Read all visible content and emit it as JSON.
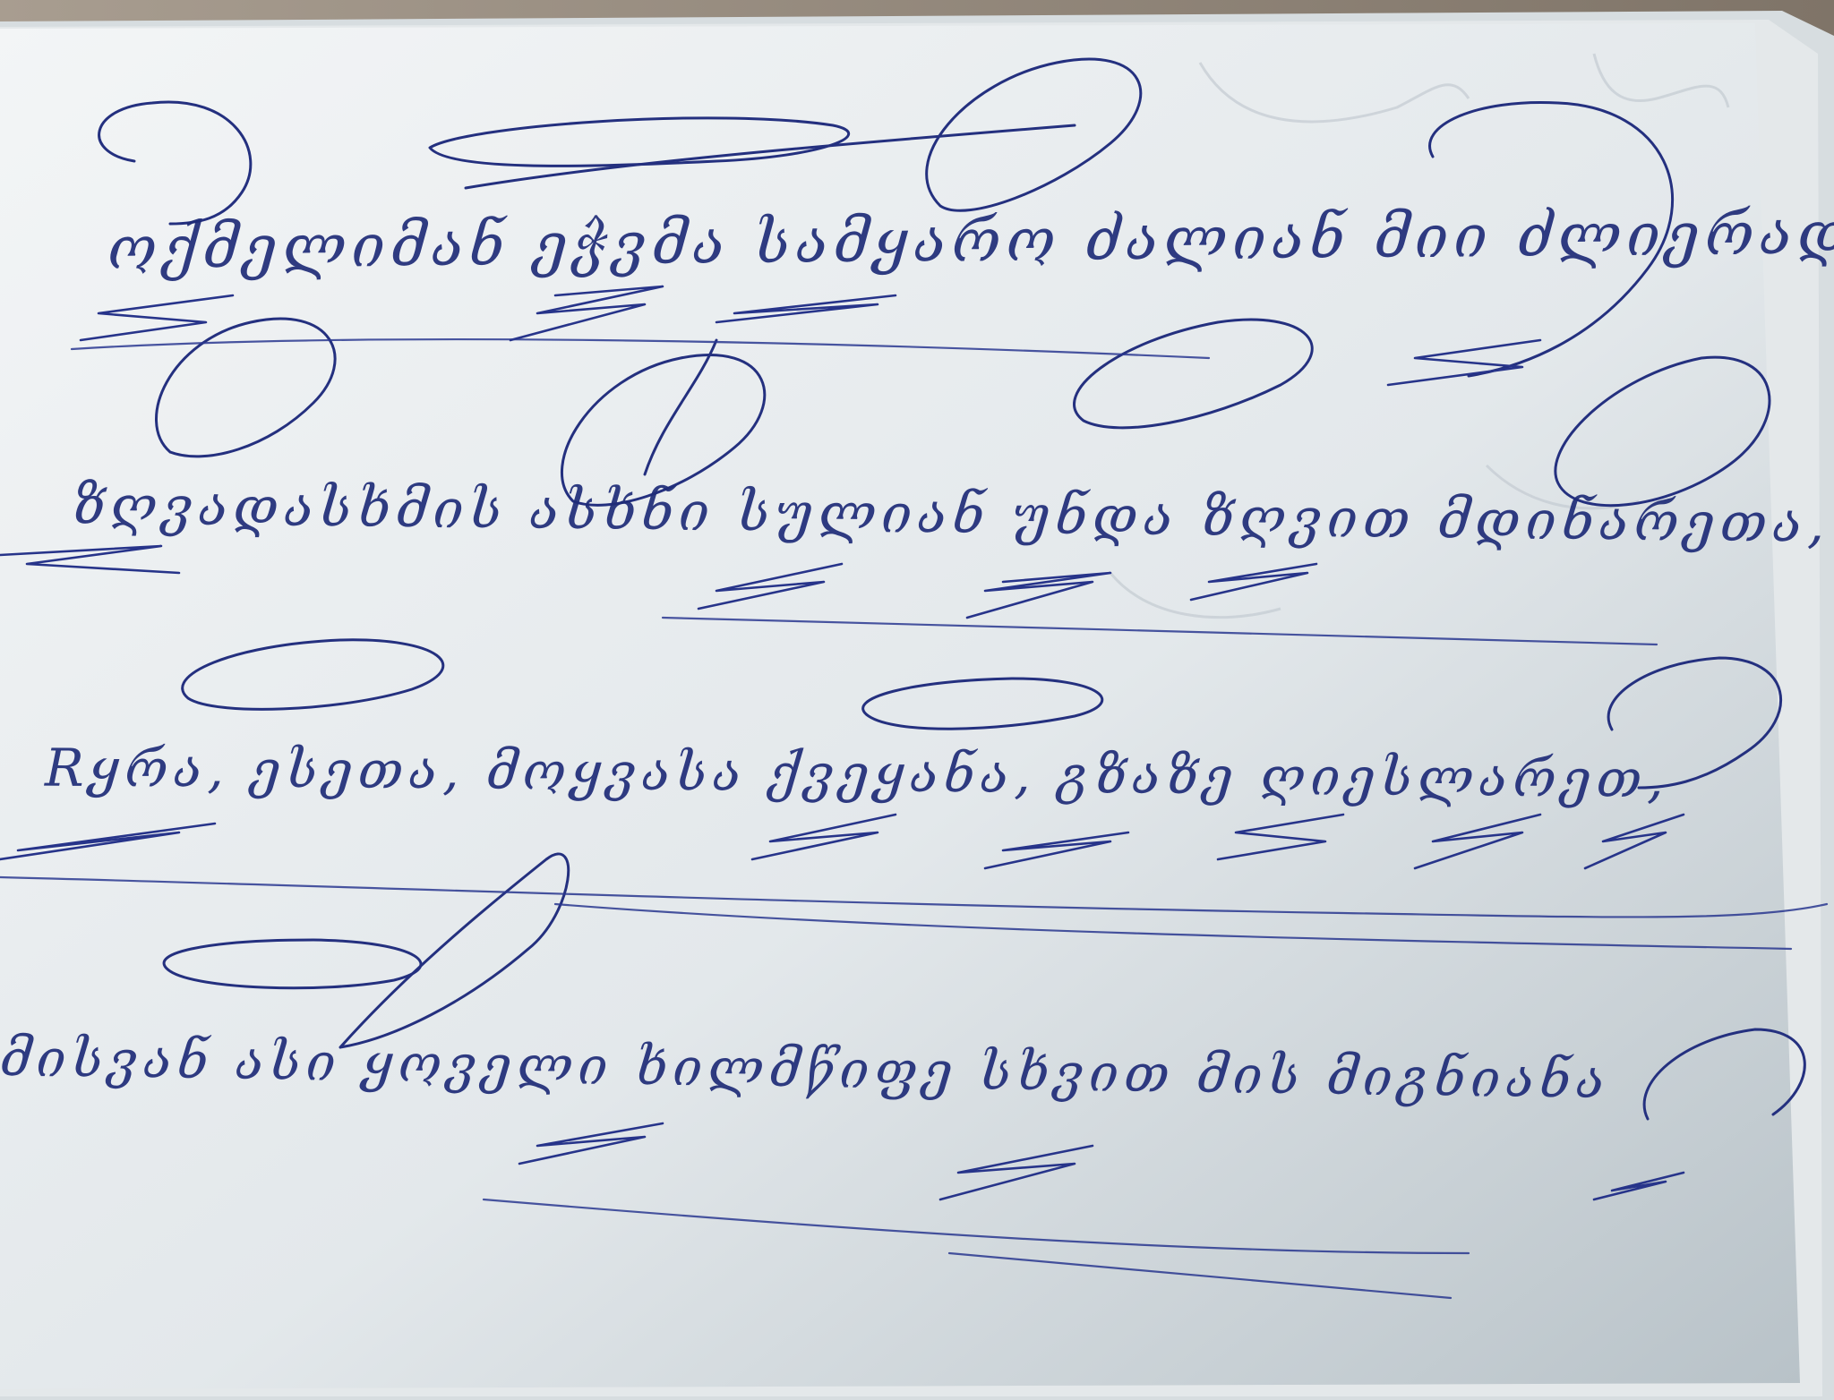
{
  "photo": {
    "colors": {
      "background": "#9a8f83",
      "paper": "#eef1f3",
      "paper_shadow": "#c9d0d4",
      "ink": "#22307e"
    }
  },
  "handwriting": {
    "lines": [
      "ოქმელიმან ეჭვმა სამყარო ძალიან მიი ძლიერადა,",
      "ზღვადასხმის ასხნი სულიან უნდა ზღვით მდინარეთა,",
      "Rყრა, ესეთა, მოყვასა ქვეყანა, გზაზე ღიესლარეთ,",
      "მისვან ასი ყოველი ხილმწიფე სხვით მის მიგნიანა"
    ]
  }
}
